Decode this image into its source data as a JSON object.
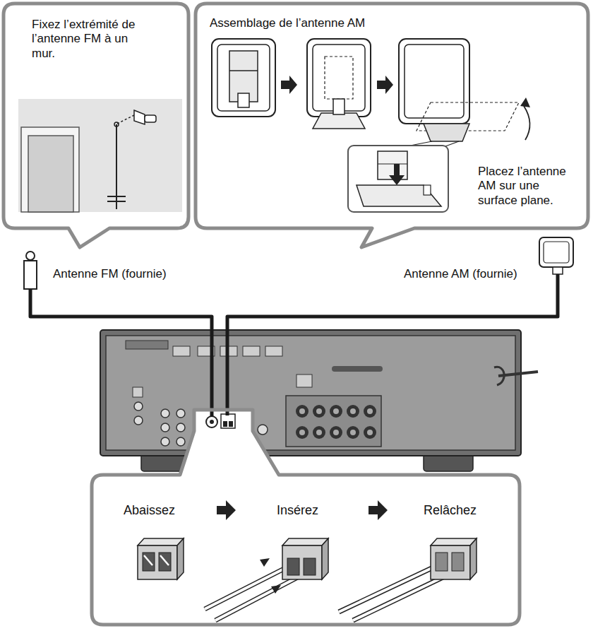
{
  "diagram": {
    "nodes": [
      {
        "text": [
          "Fixez l’extrémité de l’antenne FM à un mur."
        ]
      },
      {
        "text": [
          "Assemblage de l’antenne AM",
          "Placez l’antenne AM sur une surface plane."
        ]
      },
      {
        "text": [
          "Abaissez",
          "Insérez",
          "Relâchez"
        ]
      }
    ],
    "labels": [
      "Antenne FM (fournie)",
      "Antenne AM (fournie)"
    ]
  }
}
